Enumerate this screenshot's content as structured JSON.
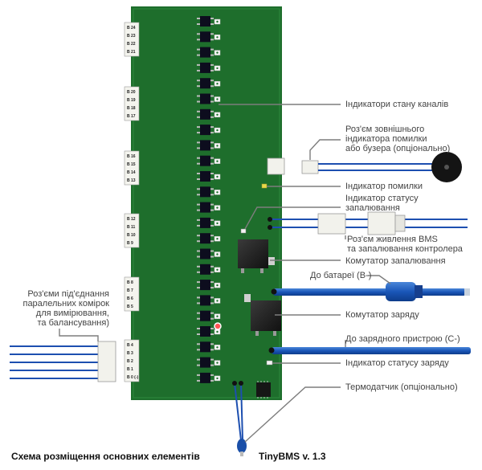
{
  "board": {
    "pcb_color": "#1d6b2b",
    "connector_pins": [
      "B 24",
      "B 23",
      "B 22",
      "B 21",
      "B 20",
      "B 19",
      "B 18",
      "B 17",
      "B 16",
      "B 15",
      "B 14",
      "B 13",
      "B 12",
      "B 11",
      "B 10",
      "B 9",
      "B 8",
      "B 7",
      "B 6",
      "B 5",
      "B 4",
      "B 3",
      "B 2",
      "B 1",
      "B 0 (-)"
    ]
  },
  "labels": {
    "channel_indicators": "Індикатори стану каналів",
    "ext_indicator_1": "Роз'єм зовнішнього",
    "ext_indicator_2": "індикатора помилки",
    "ext_indicator_3": "або бузера (опціонально)",
    "error_indicator": "Індикатор помилки",
    "ignition_status_1": "Індикатор статусу",
    "ignition_status_2": "запалювання",
    "power_conn_1": "Роз'єм живлення BMS",
    "power_conn_2": "та запалювання контролера",
    "ignition_switch": "Комутатор запалювання",
    "to_battery": "До батареї (B-)",
    "charge_switch": "Комутатор заряду",
    "to_charger": "До зарядного пристрою (C-)",
    "charge_status": "Індикатор статусу заряду",
    "thermistor": "Термодатчик (опціонально)",
    "parallel_1": "Роз'єми під'єднання",
    "parallel_2": "паралельних комірок",
    "parallel_3": "для вимірювання,",
    "parallel_4": "та балансування)"
  },
  "footer": {
    "caption": "Схема розміщення основних елементів",
    "version": "TinyBMS v. 1.3"
  }
}
